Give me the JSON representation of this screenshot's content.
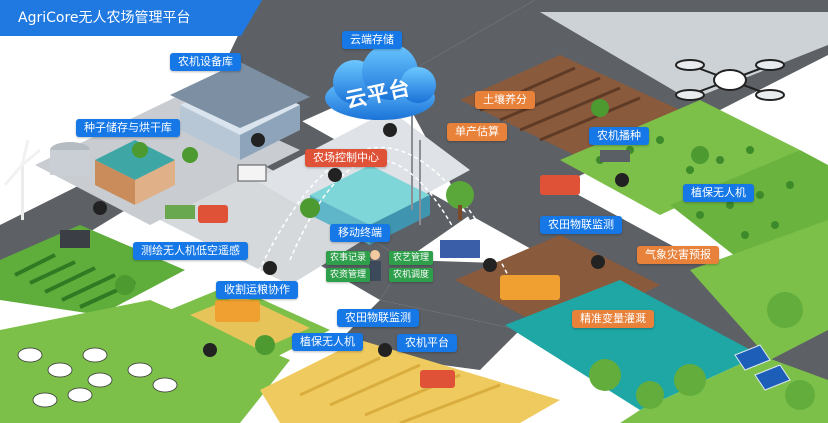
{
  "title": "AgriCore无人农场管理平台",
  "cloud_label": "云平台",
  "labels": {
    "cloud_storage": "云端存储",
    "machinery_depot": "农机设备库",
    "seed_storage": "种子储存与烘干库",
    "farm_control_center": "农场控制中心",
    "soil_nutrition": "土壤养分",
    "yield_estimation": "单产估算",
    "machine_sowing": "农机播种",
    "plant_protection_drone_top": "植保无人机",
    "iot_monitoring_right": "农田物联监测",
    "weather_warning": "气象灾害预报",
    "precision_irrigation": "精准变量灌溉",
    "mobile_terminal": "移动终端",
    "farm_records": "农事记录",
    "farm_craft": "农艺管理",
    "farm_materials": "农资管理",
    "machine_dispatch": "农机调度",
    "survey_drone": "测绘无人机低空遥感",
    "harvest_coordination": "收割运粮协作",
    "iot_monitoring_center": "农田物联监测",
    "plant_protection_drone_bottom": "植保无人机",
    "machinery_platform": "农机平台"
  },
  "colors": {
    "brand_blue": "#1677e6",
    "accent_orange": "#e8813a",
    "accent_red": "#e05238",
    "road": "#5d6166",
    "grass": "#7cc04a"
  }
}
